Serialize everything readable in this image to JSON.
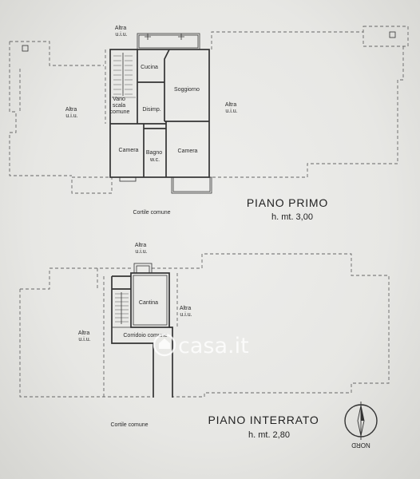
{
  "piano_primo": {
    "title": "PIANO PRIMO",
    "height": "h. mt. 3,00",
    "labels": {
      "altra_top": [
        "Altra",
        "u.i.u."
      ],
      "cucina": "Cucina",
      "soggiorno": "Soggiorno",
      "vano_scala": [
        "Vano",
        "scala",
        "comune"
      ],
      "disimp": "Disimp.",
      "altra_left": [
        "Altra",
        "u.i.u."
      ],
      "altra_right": [
        "Altra",
        "u.i.u."
      ],
      "camera_left": "Camera",
      "bagno": [
        "Bagno",
        "w.c."
      ],
      "camera_right": "Camera",
      "cortile": "Cortile comune"
    }
  },
  "piano_interrato": {
    "title": "PIANO INTERRATO",
    "height": "h. mt. 2,80",
    "labels": {
      "altra_top": [
        "Altra",
        "u.i.u."
      ],
      "cantina": "Cantina",
      "altra_right": [
        "Altra",
        "u.i.u."
      ],
      "altra_left": [
        "Altra",
        "u.i.u."
      ],
      "corridoio": "Corridoio comune",
      "cortile": "Cortile comune"
    }
  },
  "compass": {
    "label": "NORD",
    "icon": "north-arrow-icon"
  },
  "watermark": {
    "text": "casa.it",
    "icon": "house-circle-icon"
  },
  "colors": {
    "paper": "#e8e8e5",
    "ink": "#333333",
    "watermark": "#ffffff"
  }
}
